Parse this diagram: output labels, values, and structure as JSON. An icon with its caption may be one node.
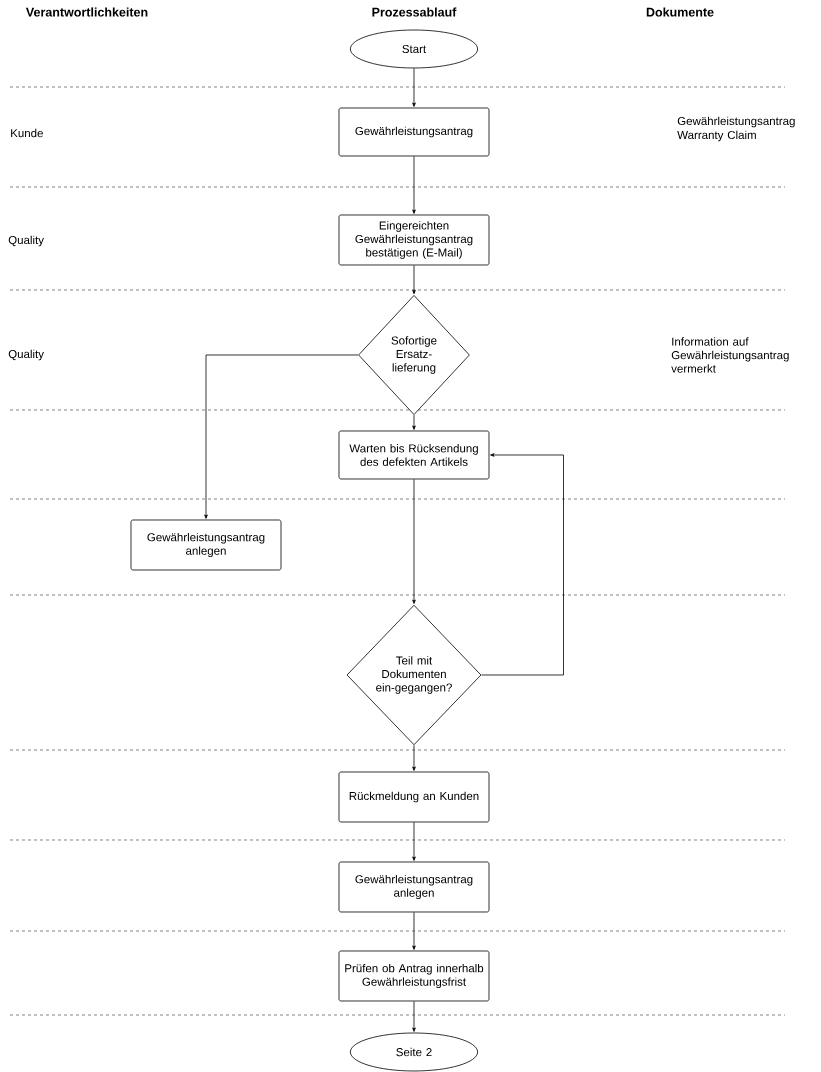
{
  "diagram": {
    "nodes": [
      {
        "text": [
          "Start"
        ]
      },
      {
        "text": [
          "Gewährleistungsantrag"
        ]
      },
      {
        "text": [
          "Eingereichten Gewährleistungsantrag bestätigen (E-Mail)"
        ]
      },
      {
        "text": [
          "Sofortige Ersatz-lieferung"
        ]
      },
      {
        "text": [
          "Warten bis Rücksendung des defekten Artikels"
        ]
      },
      {
        "text": [
          "Gewährleistungsantrag anlegen"
        ]
      },
      {
        "text": [
          "Teil mit Dokumenten ein-gegangen?"
        ]
      },
      {
        "text": [
          "Rückmeldung an Kunden"
        ]
      },
      {
        "text": [
          "Gewährleistungsantrag anlegen"
        ]
      },
      {
        "text": [
          "Prüfen ob Antrag innerhalb Gewährleistungsfrist"
        ]
      },
      {
        "text": [
          "Seite 2"
        ]
      }
    ],
    "edges": [
      {
        "from": 0,
        "to": 1,
        "arrow": "to"
      },
      {
        "from": 1,
        "to": 2,
        "arrow": "to"
      },
      {
        "from": 2,
        "to": 3,
        "arrow": "to"
      },
      {
        "from": 3,
        "to": 5,
        "arrow": "to"
      },
      {
        "from": 3,
        "to": 4,
        "arrow": "to"
      },
      {
        "from": 4,
        "to": 6,
        "arrow": "to"
      },
      {
        "from": 6,
        "to": 4,
        "arrow": "to"
      },
      {
        "from": 6,
        "to": 7,
        "arrow": "to"
      },
      {
        "from": 7,
        "to": 8,
        "arrow": "to"
      },
      {
        "from": 8,
        "to": 9,
        "arrow": "to"
      },
      {
        "from": 9,
        "to": 10,
        "arrow": "to"
      }
    ],
    "labels": [
      "Verantwortlichkeiten",
      "Prozessablauf",
      "Dokumente",
      "Kunde",
      "Gewährleistungsantrag",
      "Warranty Claim",
      "Quality",
      "Quality",
      "Information auf Gewährleistungsantrag vermerkt"
    ]
  }
}
